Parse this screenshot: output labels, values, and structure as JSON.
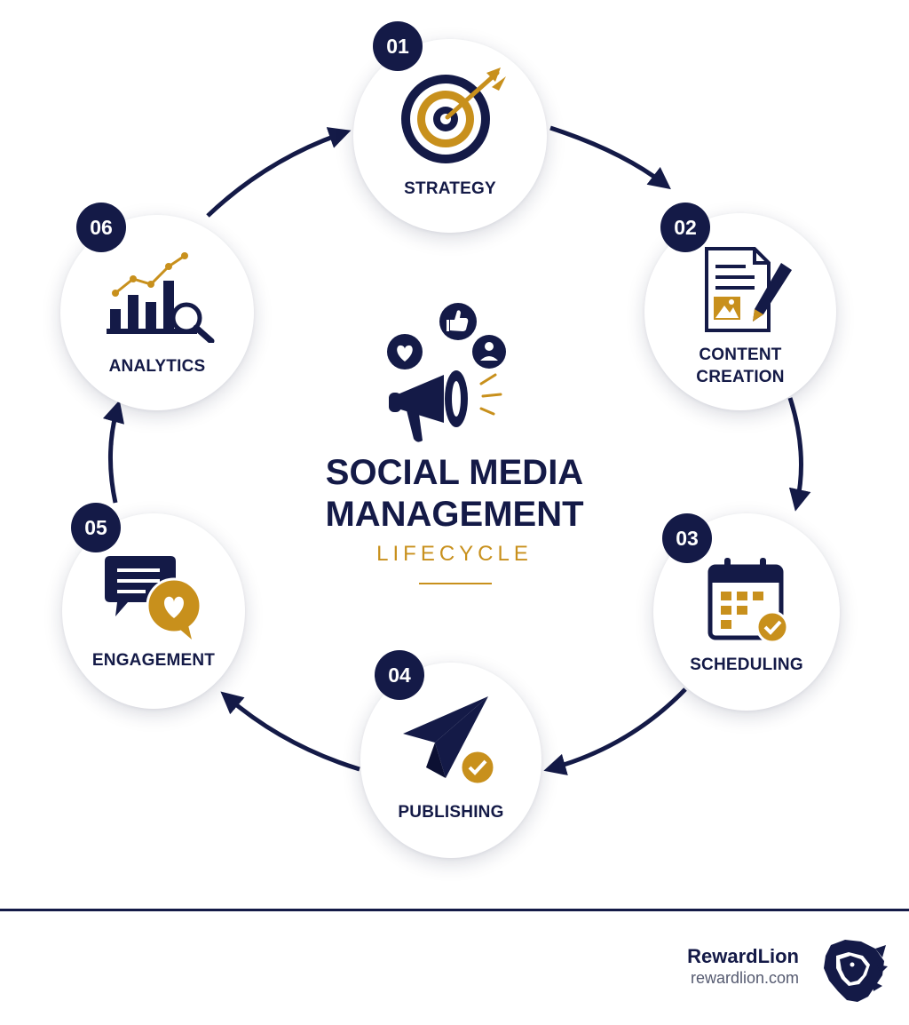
{
  "center": {
    "title_line1": "SOCIAL MEDIA",
    "title_line2": "MANAGEMENT",
    "subtitle": "LIFECYCLE"
  },
  "steps": [
    {
      "number": "01",
      "label": "STRATEGY",
      "icon": "target-arrow-icon"
    },
    {
      "number": "02",
      "label_line1": "CONTENT",
      "label_line2": "CREATION",
      "icon": "document-pencil-icon"
    },
    {
      "number": "03",
      "label": "SCHEDULING",
      "icon": "calendar-check-icon"
    },
    {
      "number": "04",
      "label": "PUBLISHING",
      "icon": "paper-plane-check-icon"
    },
    {
      "number": "05",
      "label": "ENGAGEMENT",
      "icon": "chat-heart-icon"
    },
    {
      "number": "06",
      "label": "ANALYTICS",
      "icon": "chart-magnifier-icon"
    }
  ],
  "brand": {
    "name": "RewardLion",
    "url": "rewardlion.com",
    "logo": "lion-head-logo"
  },
  "colors": {
    "navy": "#141a47",
    "gold": "#c8901c",
    "background": "#ffffff"
  }
}
